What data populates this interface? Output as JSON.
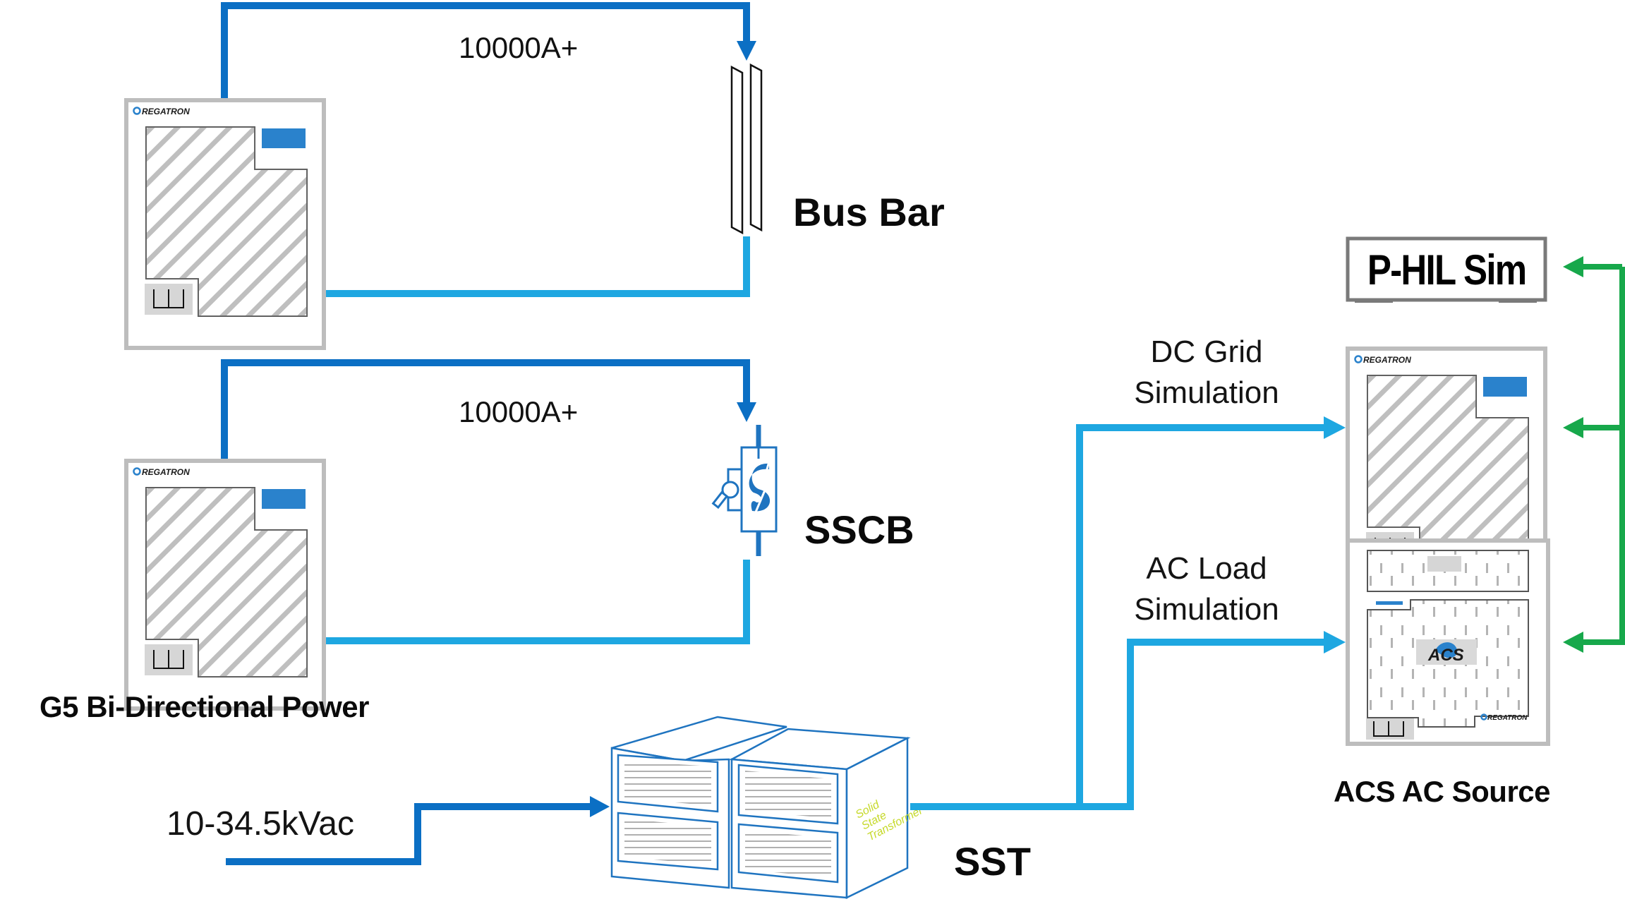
{
  "colors": {
    "dc_out": "#0b6fc4",
    "dc_return": "#1ea7e1",
    "control": "#17a84b",
    "device_frame": "#bdbdbd",
    "hatch": "#b4b4b4",
    "accent": "#2a82cc",
    "sst_label": "#c6d92a"
  },
  "loops": [
    {
      "current_label": "10000A+",
      "component_label": "Bus Bar",
      "component_icon": "bus-bar-icon"
    },
    {
      "current_label": "10000A+",
      "component_label": "SSCB",
      "component_icon": "sscb-icon"
    }
  ],
  "g5": {
    "label": "G5 Bi-Directional Power",
    "brand": "REGATRON"
  },
  "input": {
    "voltage_label": "10-34.5kVac"
  },
  "sst": {
    "label": "SST",
    "side_text": [
      "Solid",
      "State",
      "Transformer"
    ]
  },
  "outputs": {
    "dc_grid": {
      "line1": "DC Grid",
      "line2": "Simulation"
    },
    "ac_load": {
      "line1": "AC Load",
      "line2": "Simulation"
    }
  },
  "phil": {
    "label": "P-HIL Sim"
  },
  "acs": {
    "label": "ACS AC Source",
    "badge": "ACS",
    "brand": "REGATRON"
  }
}
